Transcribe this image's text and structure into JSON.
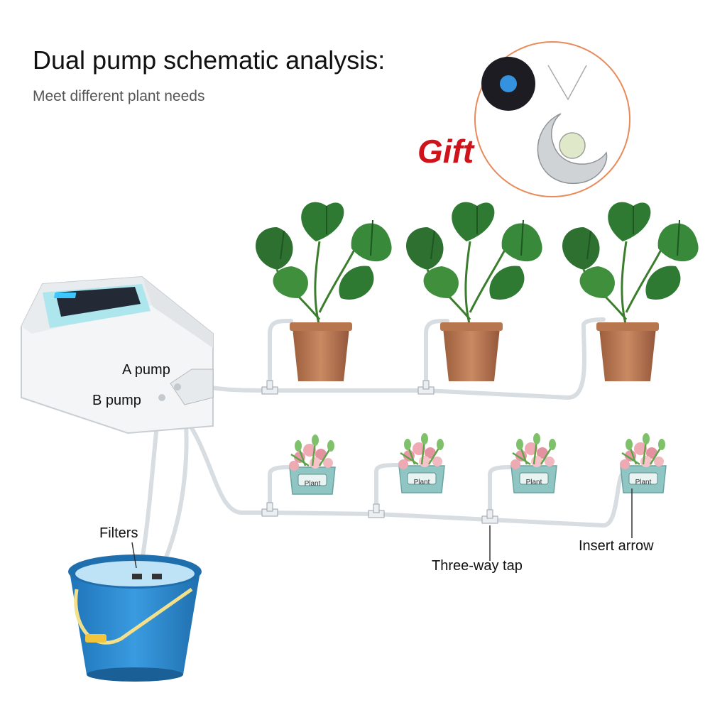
{
  "header": {
    "title": "Dual pump schematic analysis:",
    "subtitle": "Meet different plant needs"
  },
  "gift": {
    "label": "Gift",
    "color": "#d0121b"
  },
  "labels": {
    "a_pump": "A pump",
    "b_pump": "B pump",
    "filters": "Filters",
    "three_way_tap": "Three-way tap",
    "insert_arrow": "Insert arrow"
  },
  "pot_label": "Plant",
  "colors": {
    "tube": "#d8dde2",
    "bucket": "#2e86c8",
    "pot": "#b0714b",
    "leaf": "#2f7a32",
    "succulent_pot": "#8fc6c4",
    "device_screen": "#232a36",
    "device_panel": "#aee6ee"
  },
  "icons": [
    "controller-device-icon",
    "monstera-plant-icon",
    "succulent-plant-icon",
    "water-bucket-icon",
    "moon-necklace-icon"
  ]
}
